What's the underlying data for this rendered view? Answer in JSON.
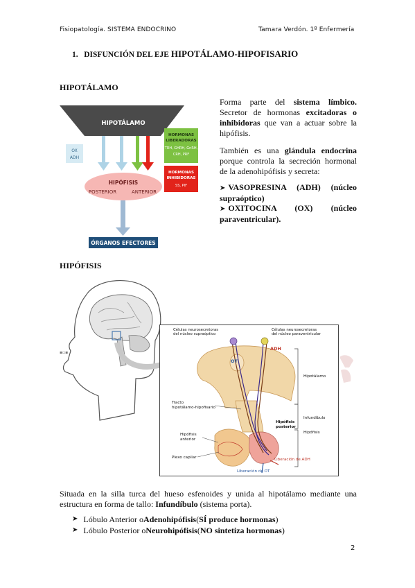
{
  "header": {
    "left": "Fisiopatología. SISTEMA ENDOCRINO",
    "right": "Tamara Verdón. 1º Enfermería"
  },
  "title": {
    "number": "1.",
    "prefix": "DISFUNCIÓN DEL EJE",
    "main": "HIPOTÁLAMO-HIPOFISARIO"
  },
  "section1": {
    "heading": "HIPOTÁLAMO",
    "p1": {
      "t1": "Forma parte del ",
      "b1": "sistema límbico.",
      "t2": " Secretor de hormonas ",
      "b2": "excitadoras o inhibidoras",
      "t3": " que van a actuar sobre la hipófisis."
    },
    "p2": {
      "t1": "También es una ",
      "b1": "glándula endocrina",
      "t2": " porque controla la secreción hormonal de la adenohipófisis y secreta:"
    },
    "list": [
      "VASOPRESINA (ADH) (núcleo supraóptico)",
      "OXITOCINA (OX) (núcleo paraventricular)."
    ]
  },
  "diagram1": {
    "hypothalamus": "HIPOTÁLAMO",
    "left_box": [
      "OX",
      "ADH"
    ],
    "green_title": [
      "HORMONAS",
      "LIBERADORAS"
    ],
    "green_list": [
      "TRH, GHRH, GnRH,",
      "CRH, PRF"
    ],
    "red_title": [
      "HORMONAS",
      "INHIBIDORAS"
    ],
    "red_list": "SS, PIF",
    "pituitary": "HIPÓFISIS",
    "posterior": "POSTERIOR",
    "anterior": "ANTERIOR",
    "effectors": "ÓRGANOS EFECTORES",
    "colors": {
      "dark": "#4a4a4a",
      "blue": "#aed3e6",
      "green": "#7dc142",
      "red": "#e2231a",
      "pink": "#f6b7b4",
      "navy": "#1f4e79"
    }
  },
  "section2": {
    "heading": "HIPÓFISIS"
  },
  "diagram2": {
    "label_supraoptic": [
      "Células neurosecretoras",
      "del núcleo supraóptico"
    ],
    "label_paraventricular": [
      "Células neurosecretoras",
      "del núcleo paraventricular"
    ],
    "adh": "ADH",
    "ot": "OT",
    "hipotalamo": "Hipotálamo",
    "tracto": [
      "Tracto",
      "hipotálamo-hipofisario"
    ],
    "infundibulo": "Infundíbulo",
    "hip_posterior": [
      "Hipófisis",
      "posterior"
    ],
    "hipofisis": "Hipófisis",
    "hip_anterior": [
      "Hipófisis",
      "anterior"
    ],
    "plexo": "Plexo capilar",
    "lib_adh": "Liberación de ADH",
    "lib_ot": "Liberación de OT"
  },
  "section2_text": {
    "t1": "Situada en la silla turca del hueso esfenoides y unida al hipotálamo mediante una estructura en forma de tallo: ",
    "b1": "Infundíbulo",
    "t2": " (sistema porta).",
    "bullets": [
      {
        "pre": "Lóbulo Anterior o ",
        "bold": "Adenohipófisis",
        "mid": " (",
        "bold2": "SÍ produce hormonas",
        "post": ")"
      },
      {
        "pre": "Lóbulo Posterior o ",
        "bold": "Neurohipófisis",
        "mid": " (",
        "bold2": "NO sintetiza hormonas",
        "post": ")"
      }
    ]
  },
  "page_number": "2"
}
